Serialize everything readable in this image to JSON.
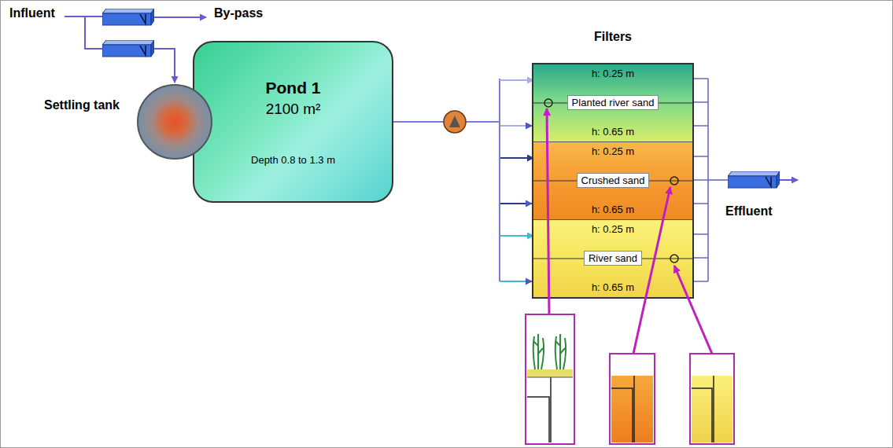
{
  "diagram": {
    "nodes": [
      {
        "text": [
          "Settling tank"
        ]
      },
      {
        "text": [
          "Pond 1",
          "2100 m²",
          "Depth 0.8 to 1.3 m"
        ]
      },
      {
        "text": [
          "Filters"
        ]
      },
      {
        "text": [
          "h: 0.25 m",
          "Planted river sand",
          "h: 0.65 m"
        ],
        "in": 2
      },
      {
        "text": [
          "h: 0.25 m",
          "Crushed sand",
          "h: 0.65 m"
        ],
        "in": 2
      },
      {
        "text": [
          "h: 0.25 m",
          "River sand",
          "h: 0.65 m"
        ],
        "in": 2
      }
    ],
    "edges": [
      {
        "from": 1,
        "to": 3,
        "arrow": "to"
      },
      {
        "from": 1,
        "to": 4,
        "arrow": "to"
      },
      {
        "from": 1,
        "to": 5,
        "arrow": "to"
      }
    ],
    "labels": [
      "Influent",
      "By-pass",
      "Effluent"
    ]
  }
}
